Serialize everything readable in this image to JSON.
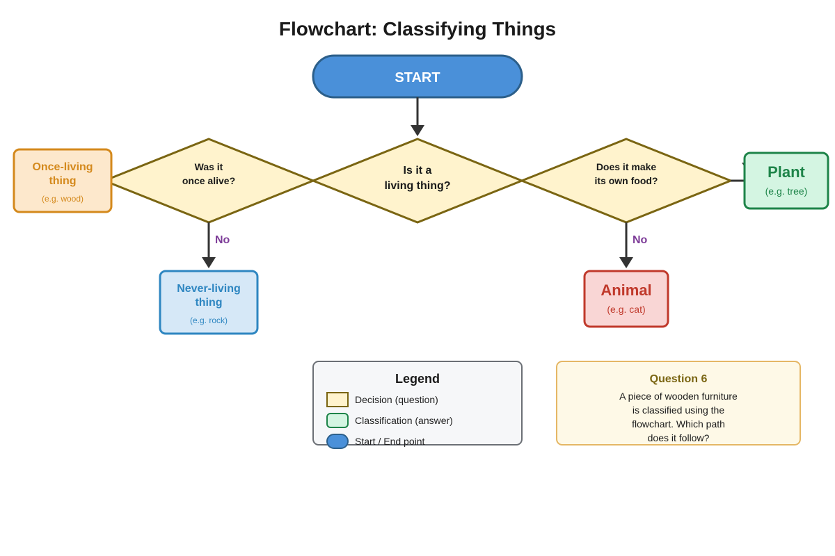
{
  "title": "Flowchart: Classifying Things",
  "colors": {
    "start_fill": "#4a90d9",
    "start_stroke": "#2c5f8a",
    "decision_fill": "#fff3cd",
    "decision_stroke": "#7a6512",
    "once_fill": "#fde8cc",
    "once_stroke": "#d4891c",
    "once_text": "#d4891c",
    "never_fill": "#d6e8f7",
    "never_stroke": "#2e86c1",
    "never_text": "#2e86c1",
    "plant_fill": "#d4f5e2",
    "plant_stroke": "#1e8449",
    "plant_text": "#1e8449",
    "animal_fill": "#f9d6d5",
    "animal_stroke": "#c0392b",
    "animal_text": "#c0392b",
    "no_label": "#7d3c98",
    "arrow": "#333333",
    "legend_fill": "#f6f7f9",
    "legend_stroke": "#6b6f75",
    "question_fill": "#fef9e7",
    "question_stroke": "#e5b765",
    "question_title": "#7a6512"
  },
  "start": {
    "label": "START"
  },
  "decisions": {
    "living": {
      "line1": "Is it a",
      "line2": "living thing?"
    },
    "once_alive": {
      "line1": "Was it",
      "line2": "once alive?"
    },
    "own_food": {
      "line1": "Does it make",
      "line2": "its own food?"
    }
  },
  "edge_labels": {
    "once_alive_no": "No",
    "own_food_no": "No"
  },
  "outcomes": {
    "once_living": {
      "line1": "Once-living",
      "line2": "thing",
      "example": "(e.g. wood)"
    },
    "never_living": {
      "line1": "Never-living",
      "line2": "thing",
      "example": "(e.g. rock)"
    },
    "plant": {
      "label": "Plant",
      "example": "(e.g. tree)"
    },
    "animal": {
      "label": "Animal",
      "example": "(e.g. cat)"
    }
  },
  "legend": {
    "title": "Legend",
    "items": [
      {
        "label": "Decision (question)"
      },
      {
        "label": "Classification (answer)"
      },
      {
        "label": "Start / End point"
      }
    ]
  },
  "question": {
    "title": "Question 6",
    "lines": [
      "A piece of wooden furniture",
      "is classified using the",
      "flowchart. Which path",
      "does it follow?"
    ]
  }
}
